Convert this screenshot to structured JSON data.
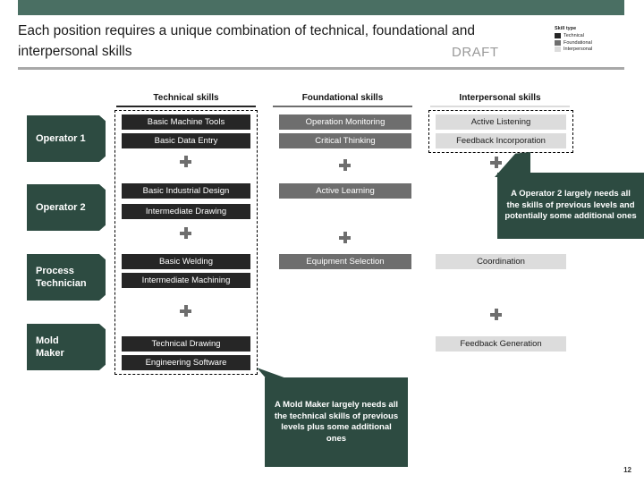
{
  "header": {
    "title": "Each position requires a unique combination of technical, foundational and interpersonal skills",
    "draft_label": "DRAFT",
    "banner_color": "#4a6f63",
    "rule_color": "#a8a8a8"
  },
  "legend": {
    "title": "Skill type",
    "items": [
      {
        "label": "Technical",
        "color": "#262626"
      },
      {
        "label": "Foundational",
        "color": "#6e6e6e"
      },
      {
        "label": "Interpersonal",
        "color": "#dcdcdc"
      }
    ]
  },
  "columns": [
    {
      "header": "Technical skills",
      "rule_color": "#262626",
      "dashed": true
    },
    {
      "header": "Foundational skills",
      "rule_color": "#6e6e6e",
      "dashed": false
    },
    {
      "header": "Interpersonal skills",
      "rule_color": "#dcdcdc",
      "dashed": true
    }
  ],
  "roles": [
    {
      "name": "Operator 1"
    },
    {
      "name": "Operator 2"
    },
    {
      "name": "Process\nTechnician"
    },
    {
      "name": "Mold\nMaker"
    }
  ],
  "matrix": {
    "technical": [
      [
        "Basic Machine Tools",
        "Basic Data Entry"
      ],
      [
        "Basic Industrial Design",
        "Intermediate Drawing"
      ],
      [
        "Basic Welding",
        "Intermediate Machining"
      ],
      [
        "Technical Drawing",
        "Engineering Software"
      ]
    ],
    "foundational": [
      [
        "Operation Monitoring",
        "Critical Thinking"
      ],
      [
        "Active Learning"
      ],
      [
        "Equipment Selection"
      ],
      []
    ],
    "interpersonal": [
      [
        "Active Listening",
        "Feedback Incorporation"
      ],
      [],
      [
        "Coordination"
      ],
      [
        "Feedback Generation"
      ]
    ]
  },
  "callouts": [
    {
      "text": "A Operator 2 largely needs all the skills of previous levels and potentially some additional ones"
    },
    {
      "text": "A Mold Maker largely needs all the technical skills of previous levels plus some additional ones"
    }
  ],
  "footer": {
    "page_number": "12"
  },
  "icons": {
    "plus": "plus-icon"
  }
}
